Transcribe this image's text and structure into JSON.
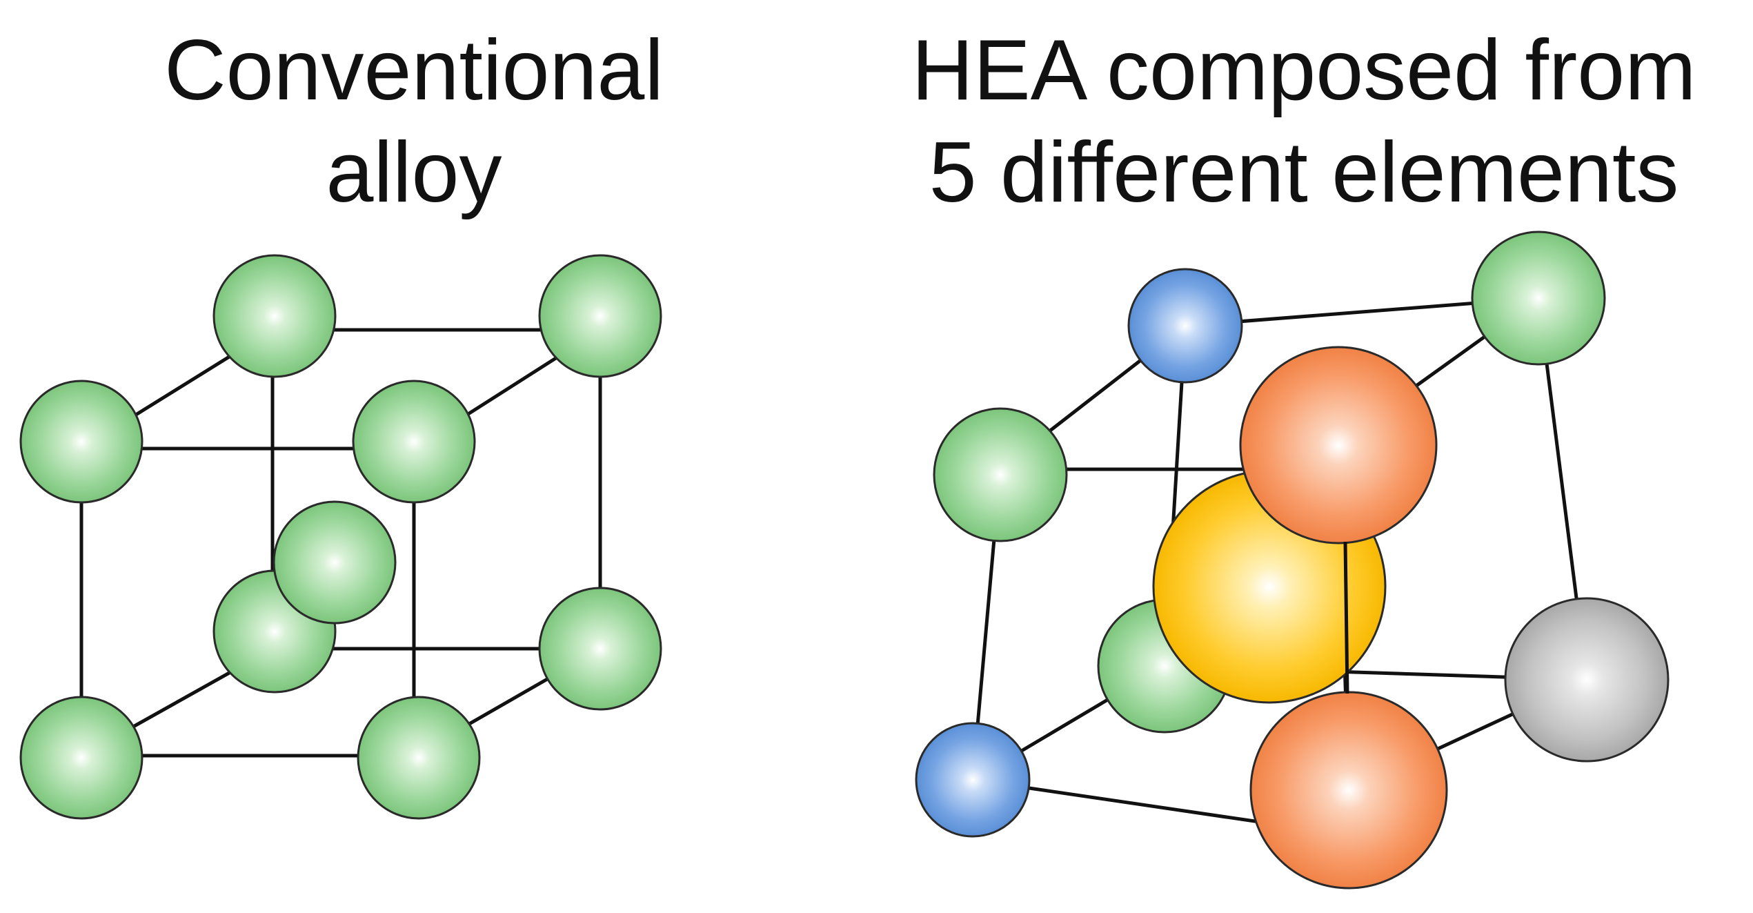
{
  "panels": {
    "left": {
      "title_line1": "Conventional",
      "title_line2": "alloy"
    },
    "right": {
      "title_line1": "HEA composed from",
      "title_line2": "5 different elements"
    }
  },
  "colors": {
    "green": "#8fd18f",
    "blue": "#6a9ee0",
    "orange": "#f7955f",
    "yellow": "#ffc61a",
    "gray": "#bdbdbd",
    "bond": "#111111",
    "outline": "#222222"
  }
}
